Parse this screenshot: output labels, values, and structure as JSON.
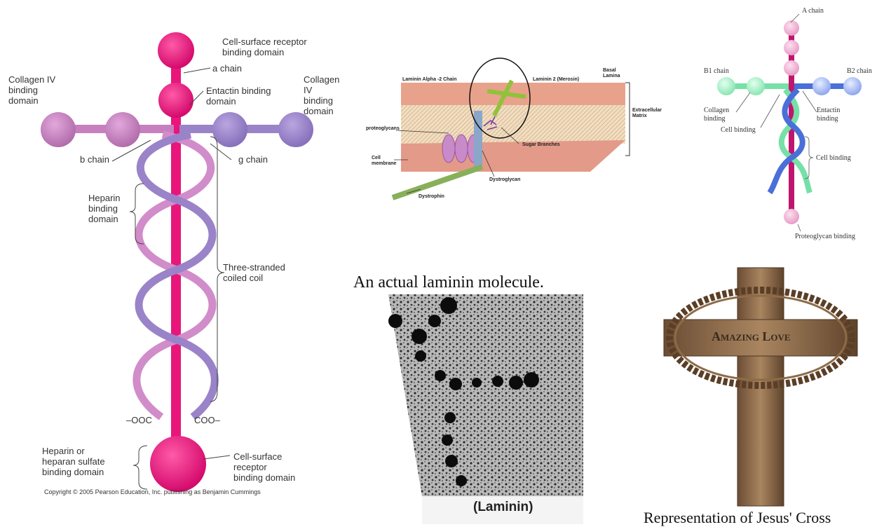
{
  "left_diagram": {
    "labels": {
      "cell_surface_top": "Cell-surface receptor\nbinding domain",
      "a_chain": "a chain",
      "entactin": "Entactin binding\ndomain",
      "collagen_left": "Collagen IV\nbinding\ndomain",
      "collagen_right": "Collagen IV\nbinding\ndomain",
      "b_chain": "b chain",
      "g_chain": "g chain",
      "heparin_binding": "Heparin\nbinding\ndomain",
      "three_stranded": "Three-stranded\ncoiled coil",
      "ooc": "–OOC",
      "coo": "COO–",
      "heparin_or": "Heparin or\nheparan sulfate\nbinding domain",
      "cell_surface_bottom": "Cell-surface\nreceptor\nbinding domain"
    },
    "copyright": "Copyright © 2005 Pearson Education, Inc. publishing as Benjamin Cummings"
  },
  "middle_diagram": {
    "labels": {
      "alpha2": "Laminin Alpha -2 Chain",
      "merosin": "Laminin 2 (Merosin)",
      "basal": "Basal\nLamina",
      "ecm": "Extracellular\nMatrix",
      "proteoglycans": "proteoglycans",
      "cell_membrane": "Cell\nmembrane",
      "sugar": "Sugar Branches",
      "dystroglycan": "Dystroglycan",
      "dystrophin": "Dystrophin"
    }
  },
  "right_diagram": {
    "labels": {
      "a_chain": "A chain",
      "b1_chain": "B1 chain",
      "b2_chain": "B2 chain",
      "collagen": "Collagen\nbinding",
      "cell_binding_top": "Cell binding",
      "entactin": "Entactin\nbinding",
      "cell_binding_right": "Cell binding",
      "proteoglycan": "Proteoglycan binding"
    }
  },
  "micrograph": {
    "caption": "An actual laminin molecule.",
    "label": "(Laminin)"
  },
  "cross": {
    "banner": "Amazing Love",
    "caption": "Representation of Jesus' Cross"
  },
  "colors": {
    "magenta": "#e8167a",
    "lilac": "#c77fc0",
    "purple": "#9a83c8",
    "green": "#77e0a8",
    "blue": "#4a6fd8",
    "wood": "#8a6a48"
  }
}
